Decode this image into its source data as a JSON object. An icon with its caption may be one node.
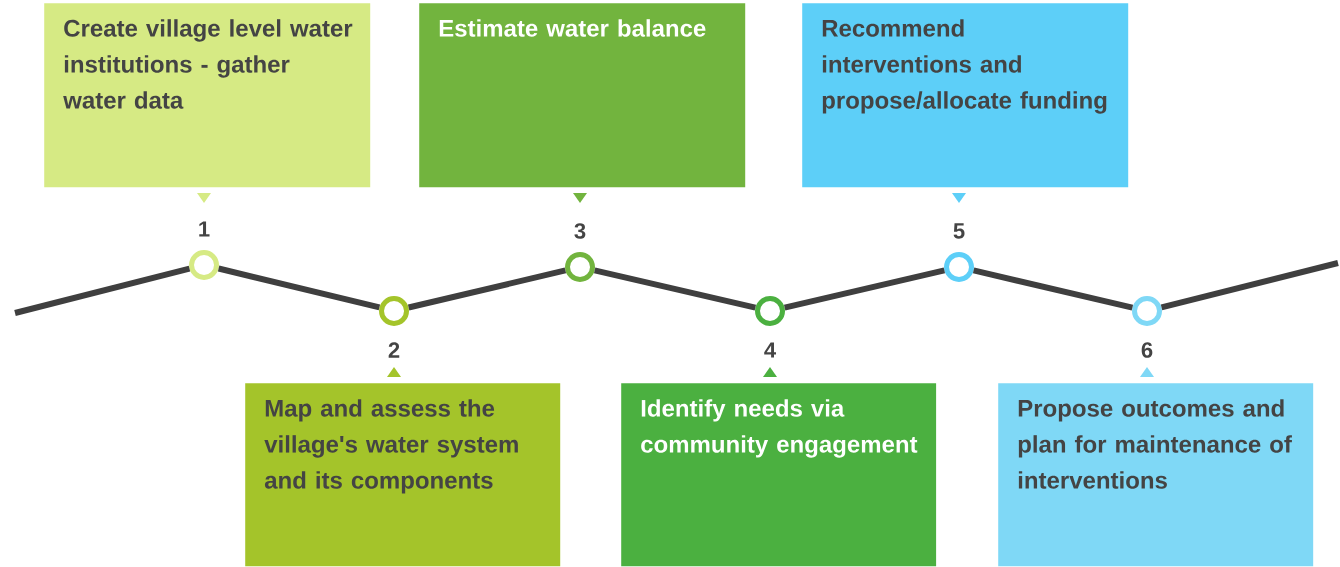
{
  "diagram": {
    "nodes": [
      {
        "text": [
          "Create village level water institutions - gather water data"
        ]
      },
      {
        "text": [
          "Map and assess the village's water system and its components"
        ]
      },
      {
        "text": [
          "Estimate water balance"
        ]
      },
      {
        "text": [
          "Identify needs via community engagement"
        ]
      },
      {
        "text": [
          "Recommend interventions  and propose/allocate funding"
        ]
      },
      {
        "text": [
          "Propose outcomes and plan for maintenance of interventions"
        ]
      },
      {
        "text": [],
        "shape": "circle",
        "beside": [
          "1"
        ]
      },
      {
        "text": [],
        "shape": "circle",
        "beside": [
          "2"
        ]
      },
      {
        "text": [],
        "shape": "circle",
        "beside": [
          "3"
        ]
      },
      {
        "text": [],
        "shape": "circle",
        "beside": [
          "4"
        ]
      },
      {
        "text": [],
        "shape": "circle",
        "beside": [
          "5"
        ]
      },
      {
        "text": [],
        "shape": "circle",
        "beside": [
          "6"
        ]
      }
    ],
    "edges": [
      {
        "from": null,
        "to": 6,
        "arrow": "none"
      },
      {
        "from": 6,
        "to": 7,
        "arrow": "none"
      },
      {
        "from": 7,
        "to": 8,
        "arrow": "none"
      },
      {
        "from": 8,
        "to": 9,
        "arrow": "none"
      },
      {
        "from": 9,
        "to": 10,
        "arrow": "none"
      },
      {
        "from": 10,
        "to": 11,
        "arrow": "none"
      },
      {
        "from": 11,
        "to": null,
        "arrow": "none"
      }
    ]
  }
}
